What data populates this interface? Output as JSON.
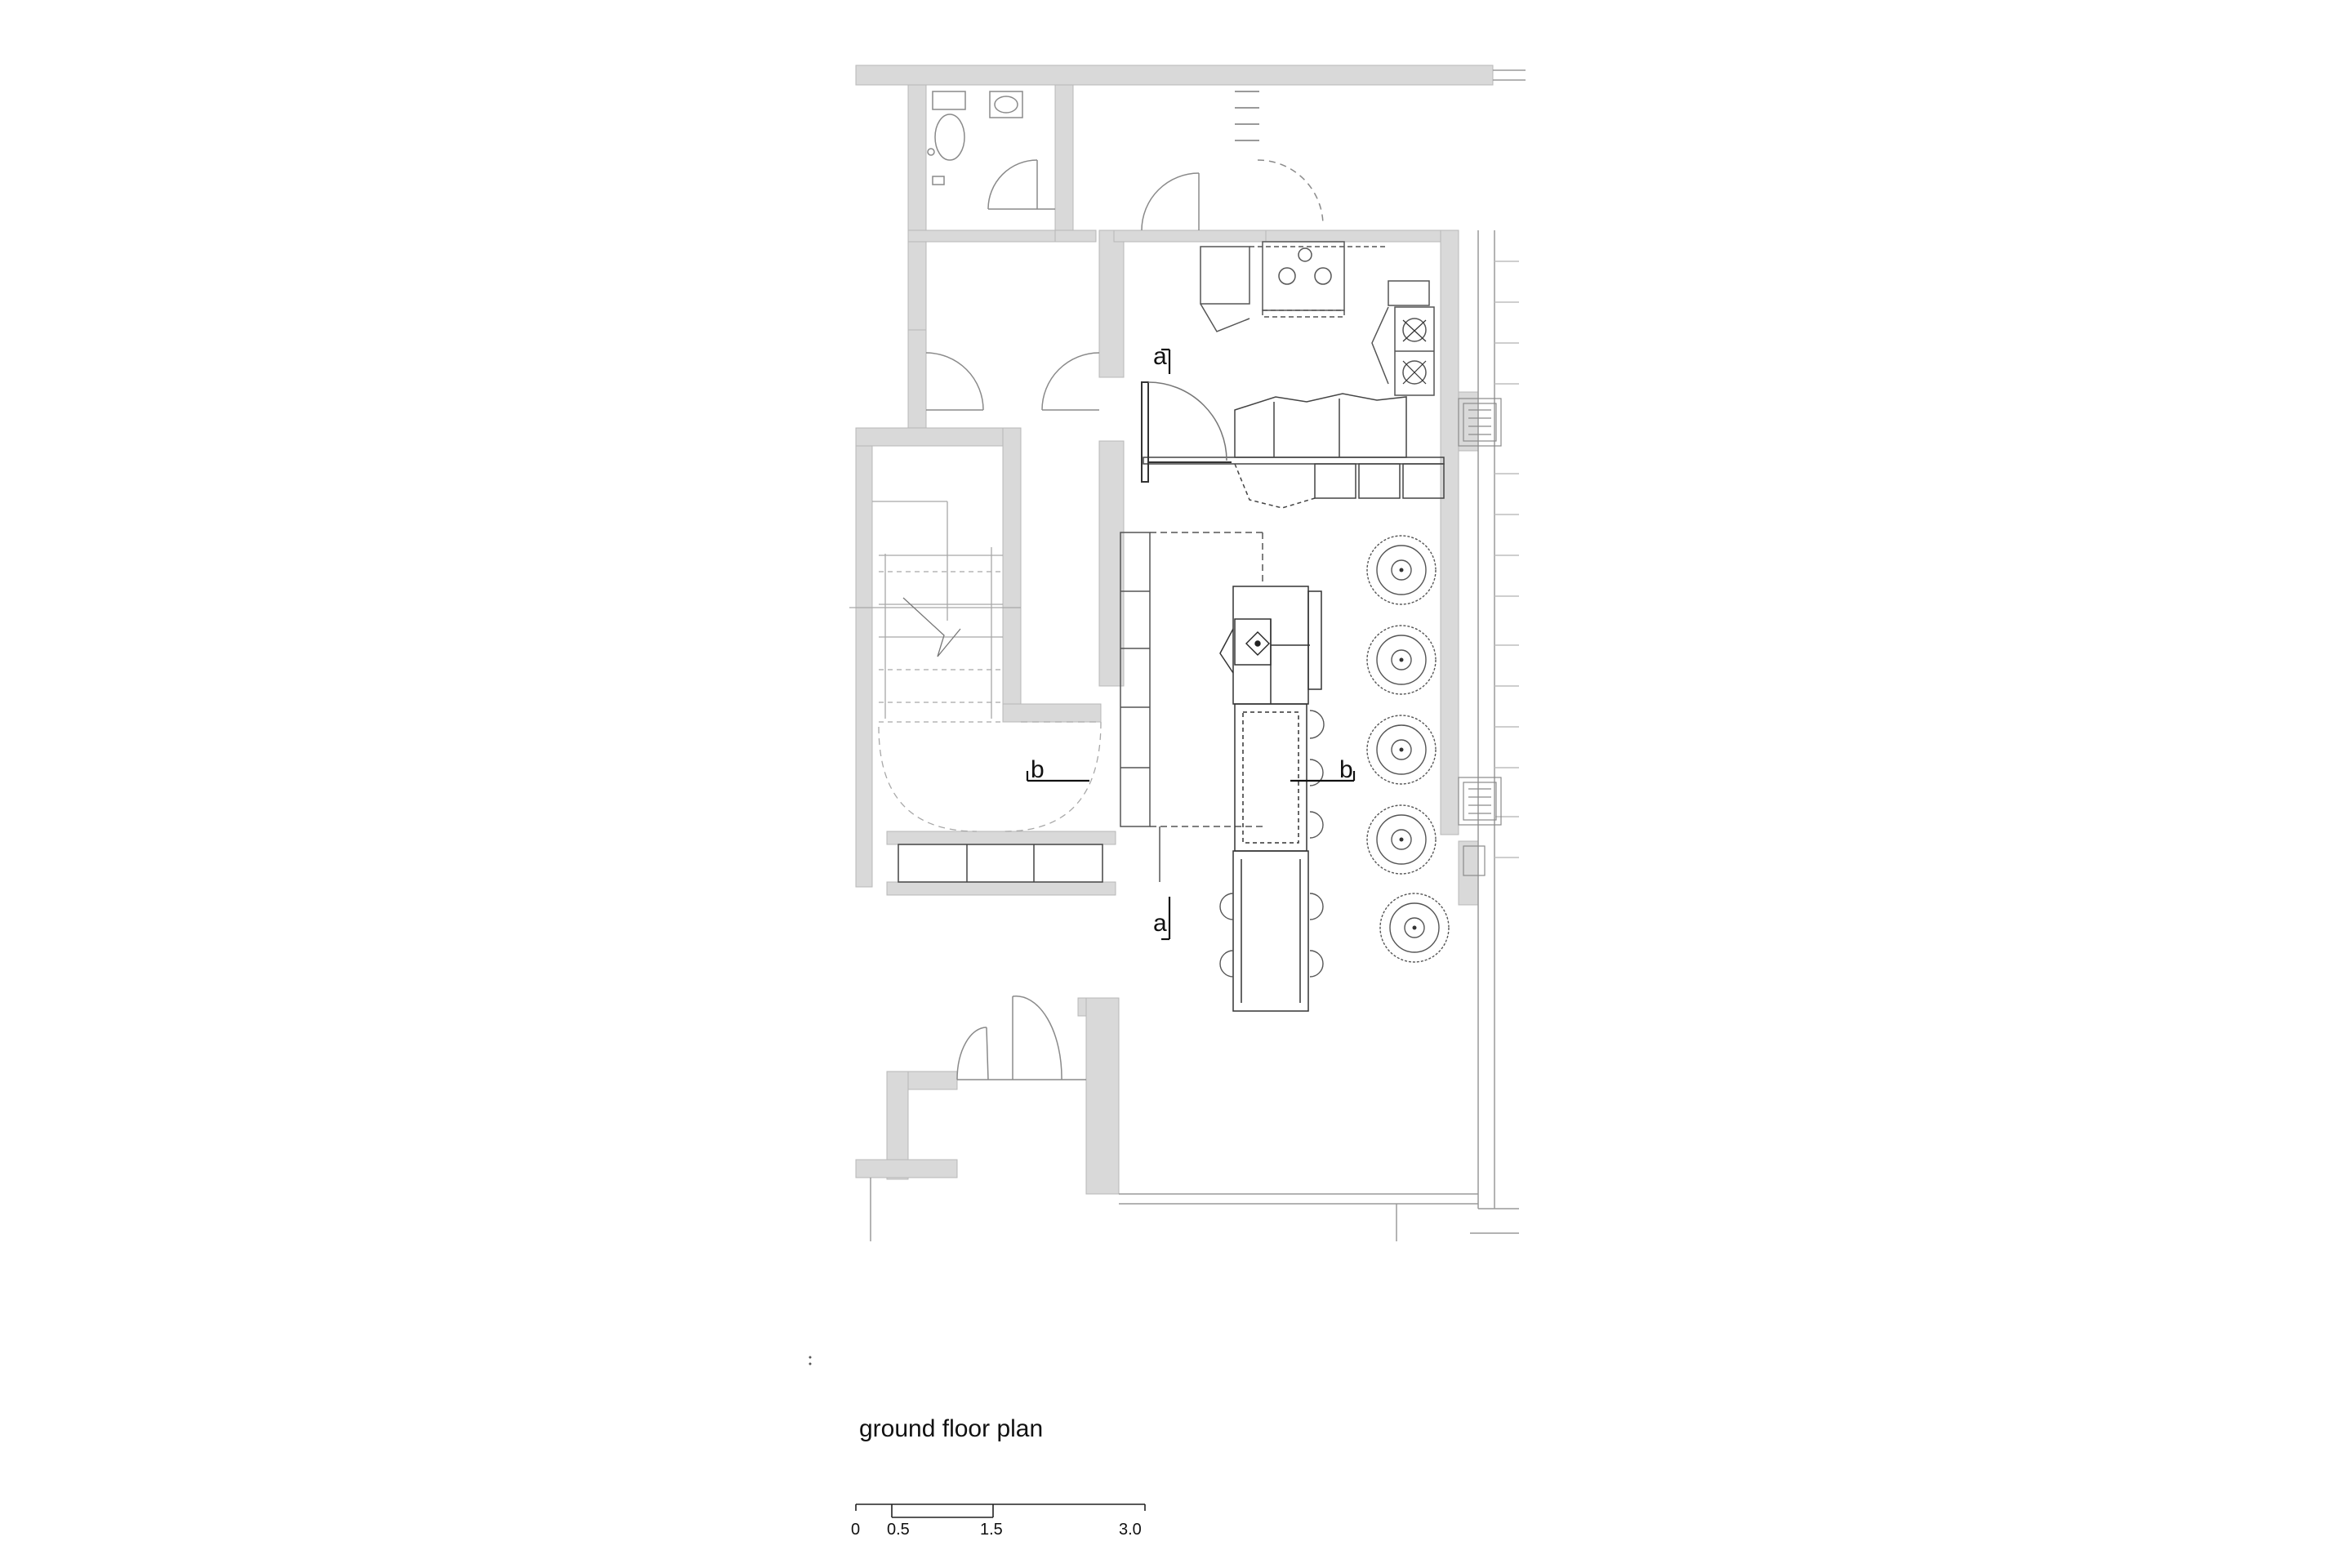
{
  "plan": {
    "title": "ground floor plan",
    "section_labels": {
      "a_top": "a",
      "a_bottom": "a",
      "b_left": "b",
      "b_right": "b"
    }
  },
  "scale": {
    "ticks": [
      "0",
      "0.5",
      "1.5",
      "3.0"
    ]
  },
  "colors": {
    "wall": "#d9d9d9",
    "line": "#6a6a6a",
    "dark": "#222222"
  }
}
